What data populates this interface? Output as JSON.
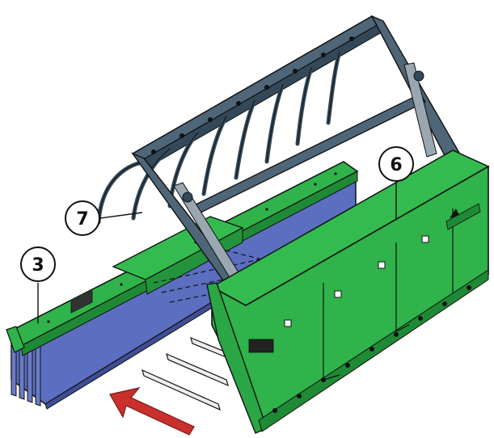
{
  "callouts": [
    {
      "id": "3",
      "label": "3"
    },
    {
      "id": "7",
      "label": "7"
    },
    {
      "id": "6",
      "label": "6"
    }
  ],
  "colors": {
    "frame_green": "#2fb34a",
    "frame_green_dark": "#1f8a35",
    "arm_steel": "#4e6678",
    "arm_steel_dark": "#33495a",
    "panel_blue": "#5b6ec0",
    "panel_blue_dark": "#3f4f96",
    "arrow_red": "#c9302c",
    "outline": "#111111"
  },
  "icons": {
    "direction_arrow": "red-arrow-icon"
  }
}
